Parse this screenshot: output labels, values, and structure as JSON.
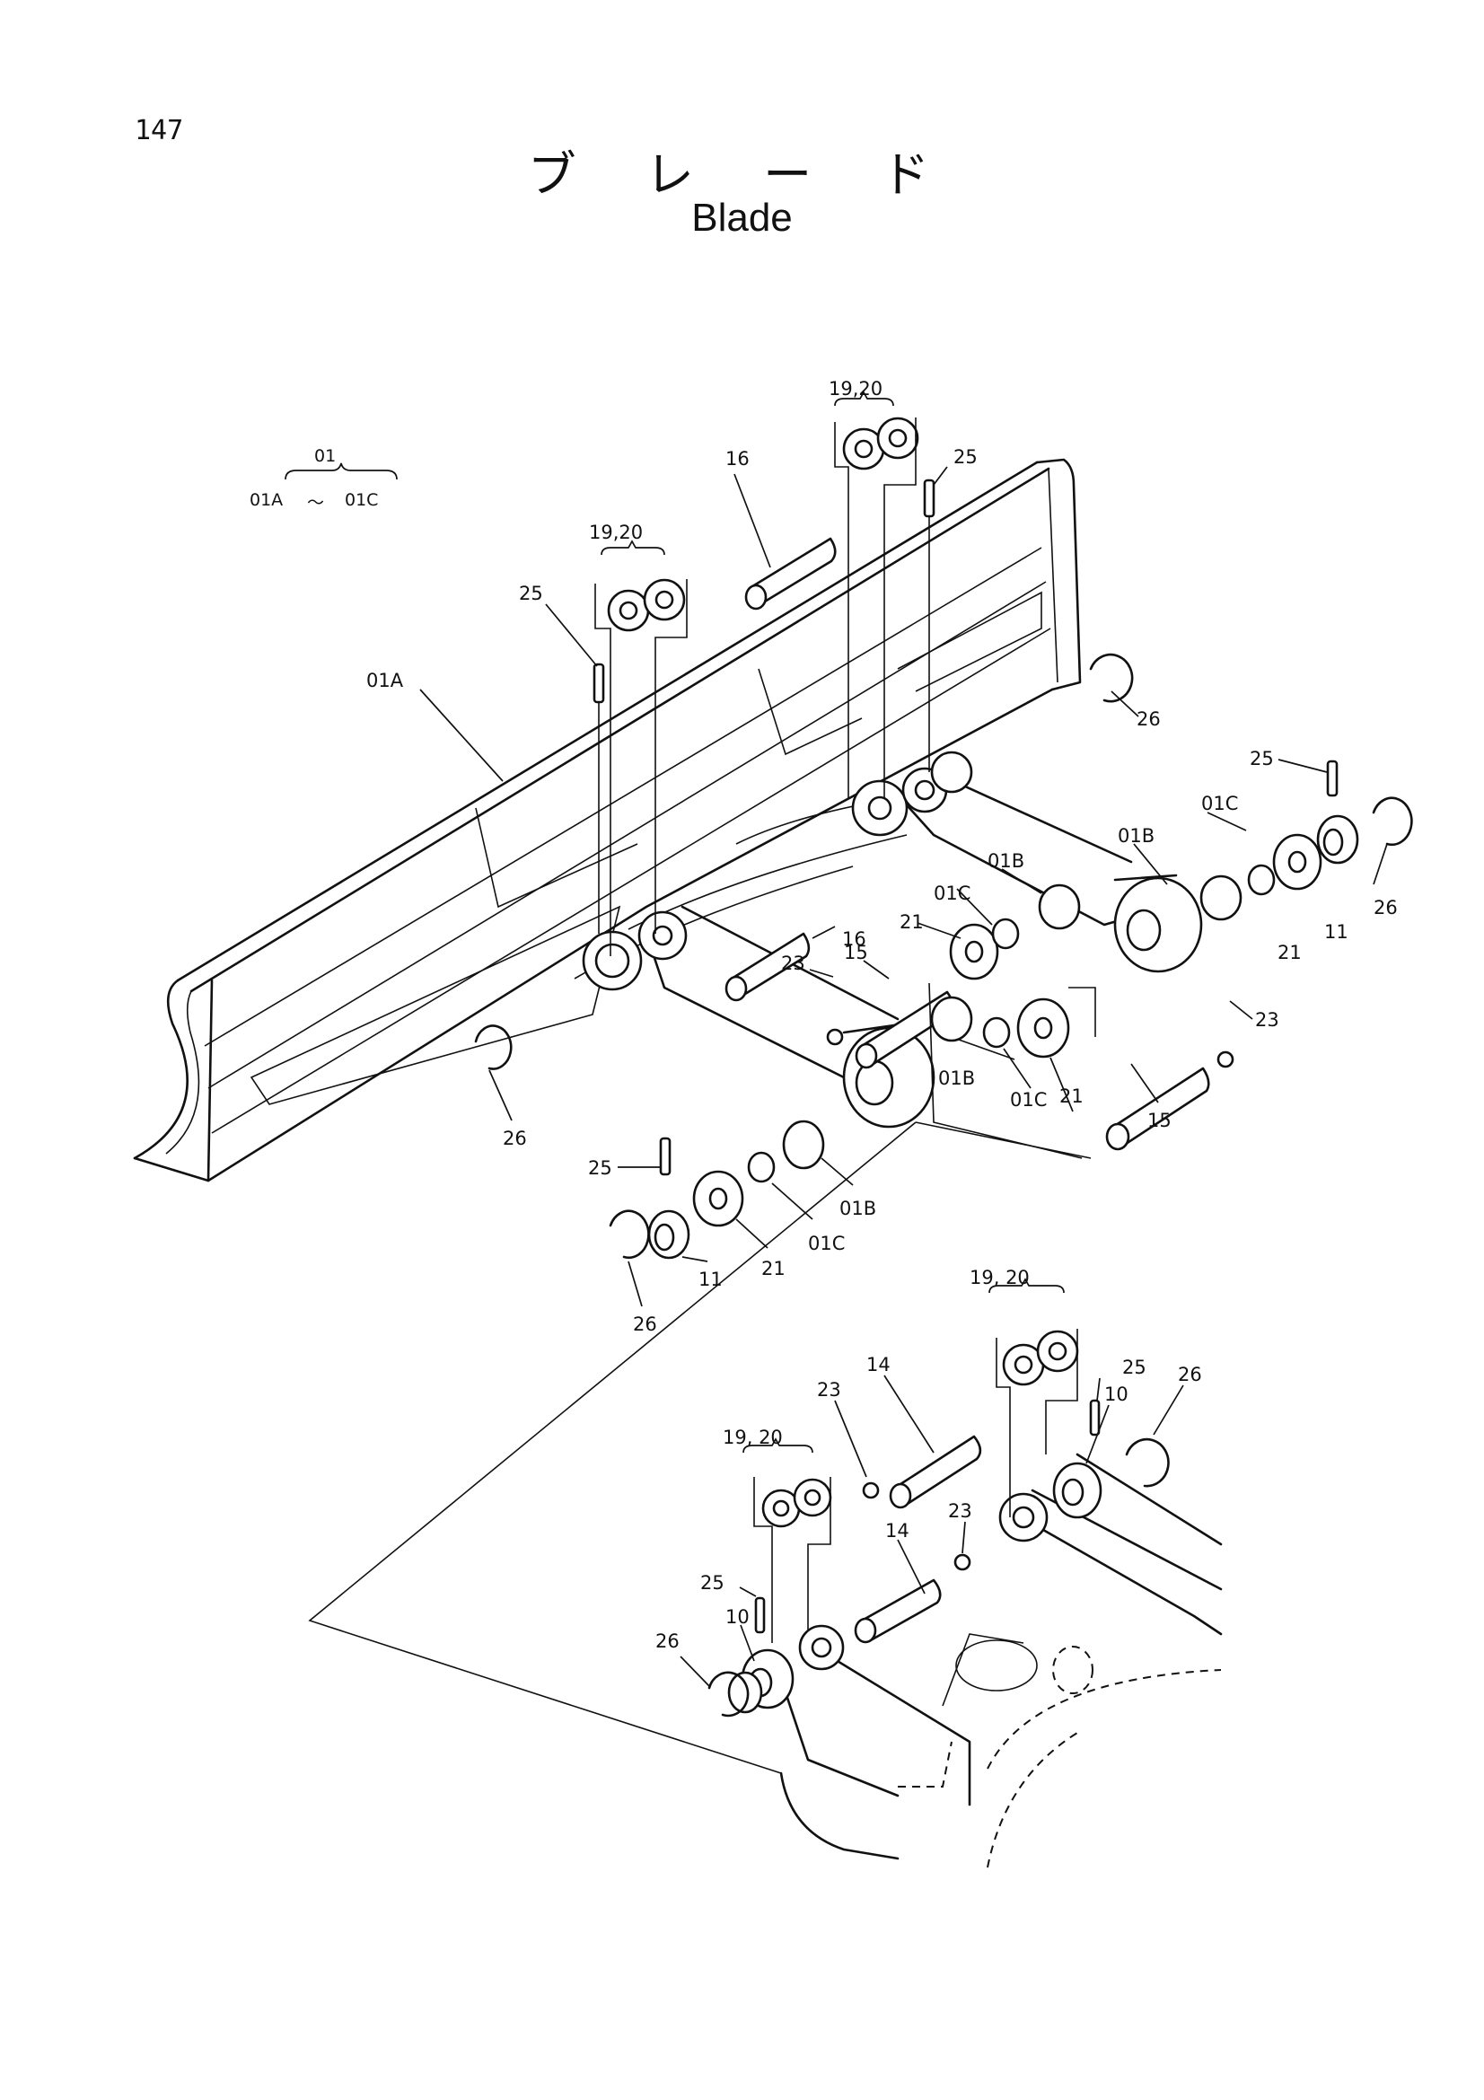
{
  "page": {
    "number": "147"
  },
  "title": {
    "japanese": "ブ レ ー ド",
    "english": "Blade"
  },
  "assembly_note": {
    "parent": "01",
    "range_from": "01A",
    "range_to": "01C",
    "range_symbol": "〜"
  },
  "callouts": [
    {
      "id": "c01A",
      "text": "01A"
    },
    {
      "id": "c25a",
      "text": "25"
    },
    {
      "id": "c1920a",
      "text": "19,20"
    },
    {
      "id": "c16a",
      "text": "16"
    },
    {
      "id": "c1920b",
      "text": "19,20"
    },
    {
      "id": "c25b",
      "text": "25"
    },
    {
      "id": "c26a",
      "text": "26"
    },
    {
      "id": "c25c",
      "text": "25"
    },
    {
      "id": "c01Ca",
      "text": "01C"
    },
    {
      "id": "c01Ba",
      "text": "01B"
    },
    {
      "id": "c01Bb",
      "text": "01B"
    },
    {
      "id": "c26b",
      "text": "26"
    },
    {
      "id": "c01Cb",
      "text": "01C"
    },
    {
      "id": "c11a",
      "text": "11"
    },
    {
      "id": "c21a",
      "text": "21"
    },
    {
      "id": "c21b",
      "text": "21"
    },
    {
      "id": "c16b",
      "text": "16"
    },
    {
      "id": "c15a",
      "text": "15"
    },
    {
      "id": "c23a",
      "text": "23"
    },
    {
      "id": "c23b",
      "text": "23"
    },
    {
      "id": "c01Bc",
      "text": "01B"
    },
    {
      "id": "c01Cc",
      "text": "01C"
    },
    {
      "id": "c21c",
      "text": "21"
    },
    {
      "id": "c15b",
      "text": "15"
    },
    {
      "id": "c26c",
      "text": "26"
    },
    {
      "id": "c25d",
      "text": "25"
    },
    {
      "id": "c01Bd",
      "text": "01B"
    },
    {
      "id": "c01Cd",
      "text": "01C"
    },
    {
      "id": "c21d",
      "text": "21"
    },
    {
      "id": "c11b",
      "text": "11"
    },
    {
      "id": "c26d",
      "text": "26"
    },
    {
      "id": "c1920c",
      "text": "19, 20"
    },
    {
      "id": "c14a",
      "text": "14"
    },
    {
      "id": "c25e",
      "text": "25"
    },
    {
      "id": "c10a",
      "text": "10"
    },
    {
      "id": "c26e",
      "text": "26"
    },
    {
      "id": "c23c",
      "text": "23"
    },
    {
      "id": "c1920d",
      "text": "19, 20"
    },
    {
      "id": "c23d",
      "text": "23"
    },
    {
      "id": "c14b",
      "text": "14"
    },
    {
      "id": "c25f",
      "text": "25"
    },
    {
      "id": "c10b",
      "text": "10"
    },
    {
      "id": "c26f",
      "text": "26"
    }
  ]
}
